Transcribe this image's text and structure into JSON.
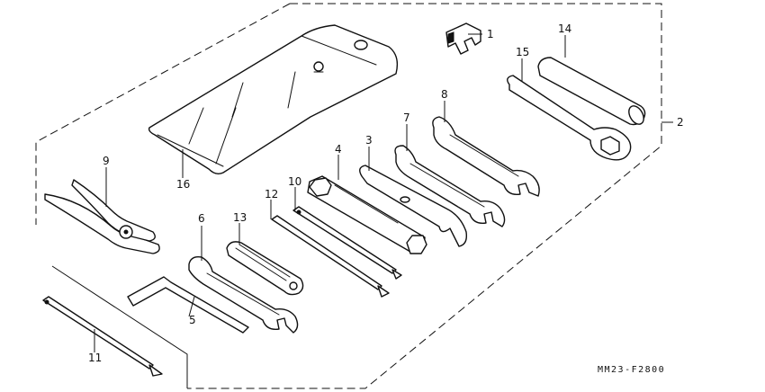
{
  "diagram": {
    "callouts": {
      "c1": "1",
      "c2": "2",
      "c3": "3",
      "c4": "4",
      "c5": "5",
      "c6": "6",
      "c7": "7",
      "c8": "8",
      "c9": "9",
      "c10": "10",
      "c11": "11",
      "c12": "12",
      "c13": "13",
      "c14": "14",
      "c15": "15",
      "c16": "16"
    },
    "drawing_code": "MM23-F2800"
  }
}
